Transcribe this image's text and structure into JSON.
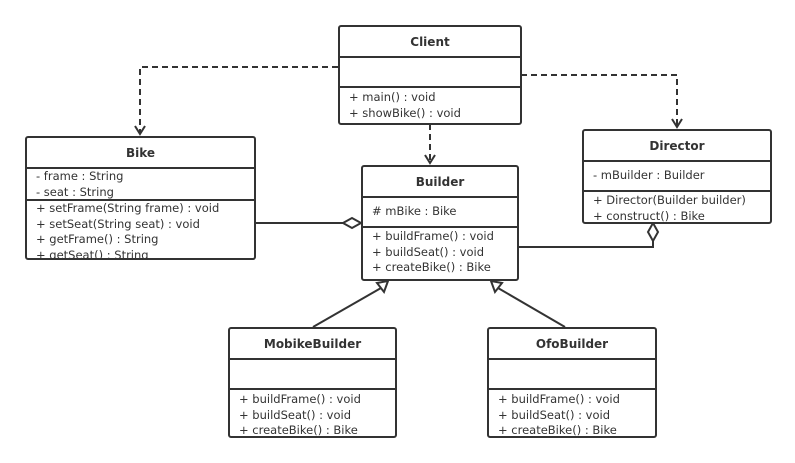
{
  "classes": {
    "client": {
      "name": "Client",
      "attributes": [],
      "methods": [
        "+ main() : void",
        "+ showBike() : void"
      ]
    },
    "bike": {
      "name": "Bike",
      "attributes": [
        "- frame : String",
        "- seat : String"
      ],
      "methods": [
        "+ setFrame(String frame) : void",
        "+ setSeat(String seat) : void",
        "+ getFrame() : String",
        "+ getSeat() : String"
      ]
    },
    "builder": {
      "name": "Builder",
      "attributes": [
        "# mBike : Bike"
      ],
      "methods": [
        "+ buildFrame() : void",
        "+ buildSeat() : void",
        "+ createBike() : Bike"
      ]
    },
    "director": {
      "name": "Director",
      "attributes": [
        "- mBuilder : Builder"
      ],
      "methods": [
        "+ Director(Builder builder)",
        "+ construct() : Bike"
      ]
    },
    "mobike": {
      "name": "MobikeBuilder",
      "attributes": [],
      "methods": [
        "+ buildFrame() : void",
        "+ buildSeat() : void",
        "+ createBike() : Bike"
      ]
    },
    "ofo": {
      "name": "OfoBuilder",
      "attributes": [],
      "methods": [
        "+ buildFrame() : void",
        "+ buildSeat() : void",
        "+ createBike() : Bike"
      ]
    }
  },
  "relations": [
    {
      "from": "Client",
      "to": "Bike",
      "type": "dependency"
    },
    {
      "from": "Client",
      "to": "Builder",
      "type": "dependency"
    },
    {
      "from": "Client",
      "to": "Director",
      "type": "dependency"
    },
    {
      "from": "Bike",
      "to": "Builder",
      "type": "aggregation"
    },
    {
      "from": "Builder",
      "to": "Director",
      "type": "aggregation"
    },
    {
      "from": "MobikeBuilder",
      "to": "Builder",
      "type": "generalization"
    },
    {
      "from": "OfoBuilder",
      "to": "Builder",
      "type": "generalization"
    }
  ],
  "colors": {
    "stroke": "#333333",
    "background": "#ffffff"
  }
}
